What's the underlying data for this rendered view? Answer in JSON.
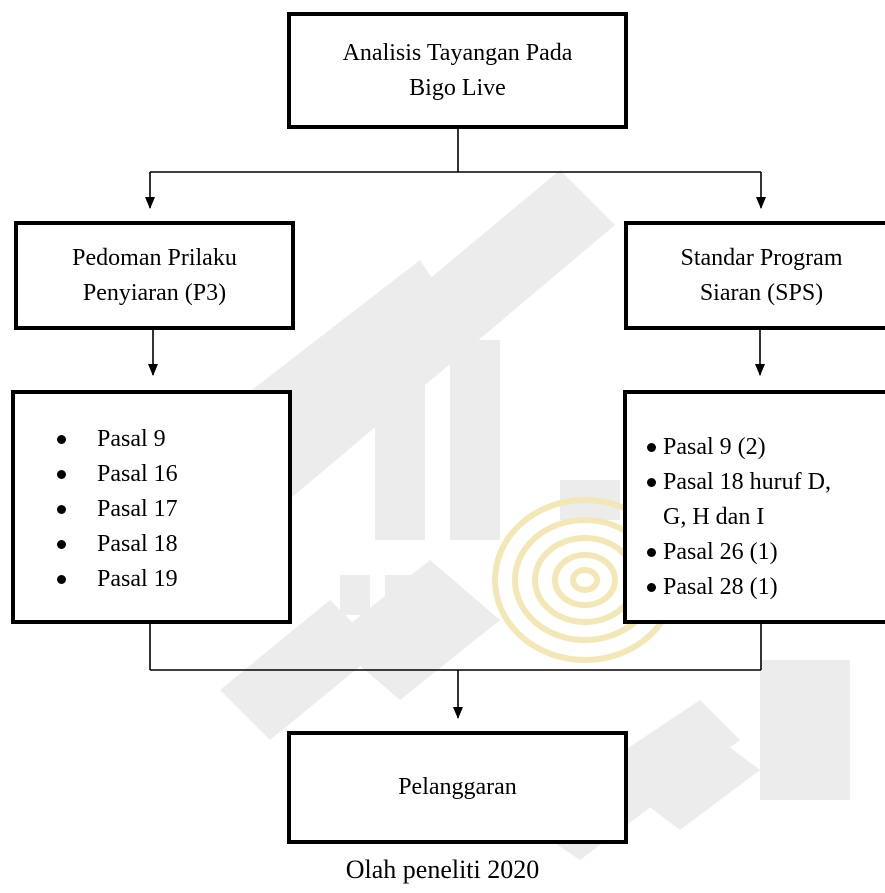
{
  "diagram": {
    "title_box": {
      "lines": [
        "Analisis Tayangan Pada",
        "Bigo Live"
      ]
    },
    "left_branch": {
      "label_lines": [
        "Pedoman Prilaku",
        "Penyiaran (P3)"
      ],
      "items": [
        "Pasal 9",
        "Pasal 16",
        "Pasal 17",
        "Pasal 18",
        "Pasal 19"
      ]
    },
    "right_branch": {
      "label_lines": [
        "Standar Program",
        "Siaran (SPS)"
      ],
      "items": [
        {
          "text": "Pasal 9 (2)"
        },
        {
          "text": "Pasal 18 huruf D,",
          "cont": "G, H dan I"
        },
        {
          "text": "Pasal 26 (1)"
        },
        {
          "text": "Pasal 28 (1)"
        }
      ]
    },
    "result_box": {
      "label": "Pelanggaran"
    },
    "caption": "Olah peneliti 2020",
    "colors": {
      "stroke": "#000000",
      "watermark": "#e8e8e8",
      "watermark_accent": "#f3e7b5"
    }
  }
}
